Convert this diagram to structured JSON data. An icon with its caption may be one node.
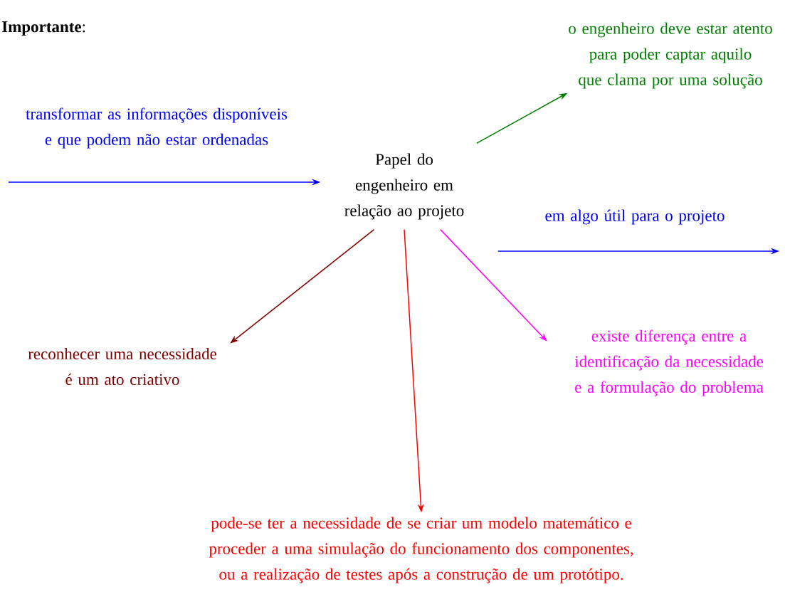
{
  "diagram": {
    "title": "**Importante**:",
    "nodes": [
      {
        "text": [
          "Papel do engenheiro em relação ao projeto"
        ]
      },
      {
        "text": [
          "o engenheiro deve estar atento para poder captar aquilo que clama por uma solução"
        ]
      },
      {
        "text": [
          "reconhecer uma necessidade é um ato criativo"
        ]
      },
      {
        "text": [
          "existe diferença entre a identificação da necessidade e a formulação do problema"
        ]
      },
      {
        "text": [
          "pode-se ter a necessidade de se criar um modelo matemático e proceder a uma simulação do funcionamento dos componentes, ou a realização de testes após a construção de um protótipo."
        ]
      }
    ],
    "edges": [
      {
        "from": null,
        "to": 0,
        "arrow": "to",
        "label": "transformar as informações disponíveis e que podem não estar ordenadas",
        "color": "#0000ff"
      },
      {
        "from": 0,
        "to": 1,
        "arrow": "to",
        "color": "#008000"
      },
      {
        "from": 0,
        "to": null,
        "arrow": "to",
        "label": "em algo útil para o projeto",
        "color": "#0000ff"
      },
      {
        "from": 0,
        "to": 2,
        "arrow": "to",
        "color": "#800000"
      },
      {
        "from": 0,
        "to": 3,
        "arrow": "to",
        "color": "#ff00ff"
      },
      {
        "from": 0,
        "to": 4,
        "arrow": "to",
        "color": "#ff0000"
      }
    ]
  }
}
